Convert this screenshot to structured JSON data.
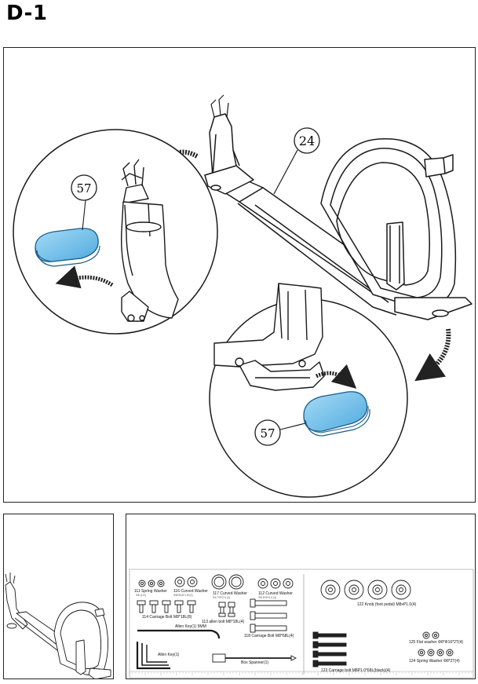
{
  "step": {
    "title": "D-1"
  },
  "callouts": {
    "frame_part": "24",
    "cap_part_left": "57",
    "cap_part_right": "57"
  },
  "hardware": {
    "items": [
      {
        "id": "h111",
        "label": "111 Spring Washer",
        "sub": "Φ8 (1/2)"
      },
      {
        "id": "h116",
        "label": "116 Curved Washer",
        "sub": "Φ8*Φ16*1.5*(2)"
      },
      {
        "id": "h117",
        "label": "117 Curved Washer",
        "sub": "Φ17*Φ*2.0 (2)"
      },
      {
        "id": "h112",
        "label": "112 Curved Washer",
        "sub": "Φ8.5*Φ*3.0 (4)"
      },
      {
        "id": "h114",
        "label": "114 Carriage Bolt M8*18L(8)",
        "sub": ""
      },
      {
        "id": "h113",
        "label": "113 allen bolt M8*18L(4)",
        "sub": ""
      },
      {
        "id": "h118",
        "label": "118 Carriage Bolt M8*68L(4)",
        "sub": ""
      },
      {
        "id": "hkey1",
        "label": "Allen Key(1) 5MM",
        "sub": ""
      },
      {
        "id": "hkey2",
        "label": "Allen Key(1)",
        "sub": ""
      },
      {
        "id": "hbox",
        "label": "Box Spanner(1)",
        "sub": ""
      },
      {
        "id": "h122",
        "label": "122 Knob (foot pedal) M8xP1.0(4)",
        "sub": ""
      },
      {
        "id": "h125",
        "label": "125 Flat washer Φ8*Φ16*2T(4)",
        "sub": ""
      },
      {
        "id": "h123",
        "label": "123 Carriage bolt M8P1.0*68L(black)(4)",
        "sub": ""
      },
      {
        "id": "h124",
        "label": "124 Spring Washer Φ8*2T(4)",
        "sub": ""
      }
    ]
  },
  "colors": {
    "line": "#1a1a1a",
    "cap_fill": "#7fc8ef",
    "cap_stroke": "#1a5e8a",
    "arrow": "#222222"
  },
  "icons": {
    "cap": "end-cap-icon",
    "arrow": "curved-arrow-icon"
  }
}
